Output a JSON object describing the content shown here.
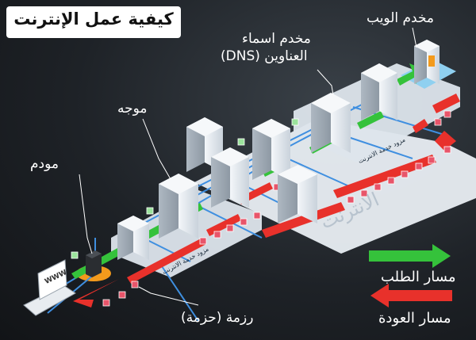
{
  "title": "كيفية عمل الإنترنت",
  "labels": {
    "web_server": "مخدم الويب",
    "dns_server_line1": "مخدم اسماء",
    "dns_server_line2": "العناوين (DNS)",
    "router": "موجه",
    "modem": "مودم",
    "packet": "رزمة (حزمة)",
    "internet": "الانترنت",
    "isp_top": "مزود خدمة الانترنت",
    "isp_bottom": "مزود خدمة الانترنت",
    "www_screen": "WWW"
  },
  "legend": {
    "request_path": "مسار الطلب",
    "return_path": "مسار العودة"
  },
  "colors": {
    "request": "#35c23b",
    "return": "#e8312b",
    "packet": "#e8556a",
    "link": "#3f8fe0",
    "platform": "#e9eef3",
    "server_body": "#e6ebf0"
  }
}
